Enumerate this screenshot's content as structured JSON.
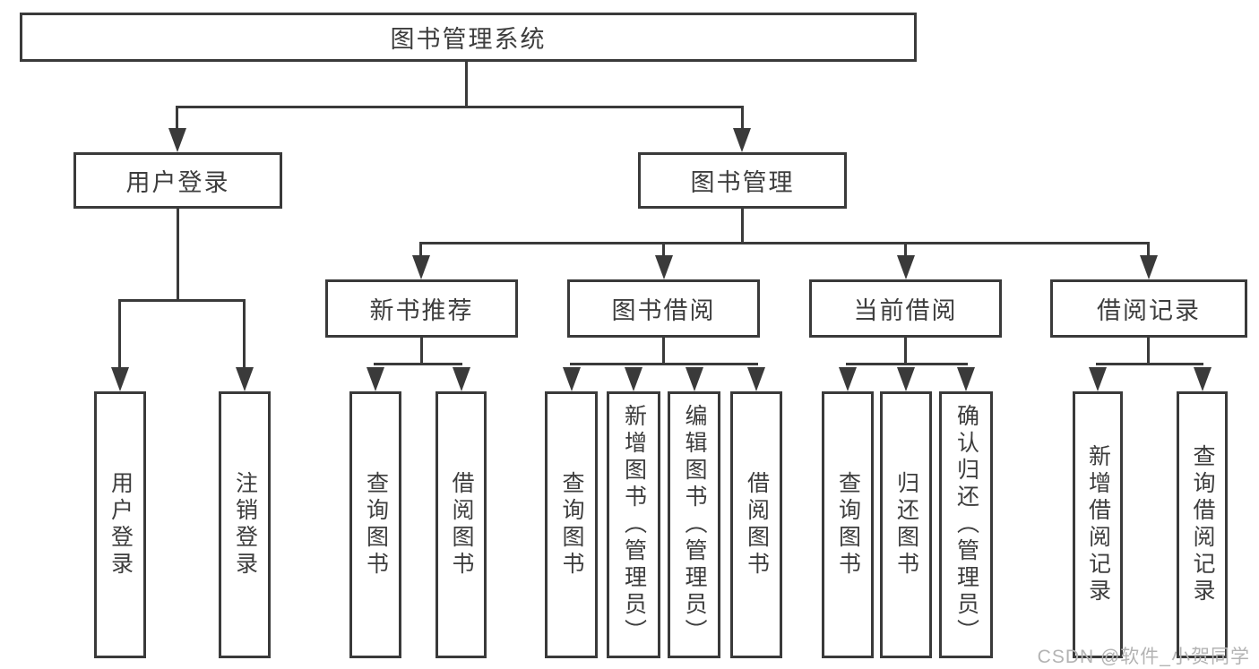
{
  "title": "图书管理系统",
  "colors": {
    "line": "#3a3a3a",
    "text": "#3d3d3d",
    "background": "#ffffff",
    "watermark": "#b3b3b3"
  },
  "tree": {
    "root": {
      "label": "图书管理系统",
      "children": [
        {
          "label": "用户登录",
          "children": [
            {
              "label": "用户登录"
            },
            {
              "label": "注销登录"
            }
          ]
        },
        {
          "label": "图书管理",
          "children": [
            {
              "label": "新书推荐",
              "children": [
                {
                  "label": "查询图书"
                },
                {
                  "label": "借阅图书"
                }
              ]
            },
            {
              "label": "图书借阅",
              "children": [
                {
                  "label": "查询图书"
                },
                {
                  "label": "新增图书（管理员）"
                },
                {
                  "label": "编辑图书（管理员）"
                },
                {
                  "label": "借阅图书"
                }
              ]
            },
            {
              "label": "当前借阅",
              "children": [
                {
                  "label": "查询图书"
                },
                {
                  "label": "归还图书"
                },
                {
                  "label": "确认归还（管理员）"
                }
              ]
            },
            {
              "label": "借阅记录",
              "children": [
                {
                  "label": "新增借阅记录"
                },
                {
                  "label": "查询借阅记录"
                }
              ]
            }
          ]
        }
      ]
    }
  },
  "watermark": {
    "text": "CSDN @软件_小贺同学"
  }
}
